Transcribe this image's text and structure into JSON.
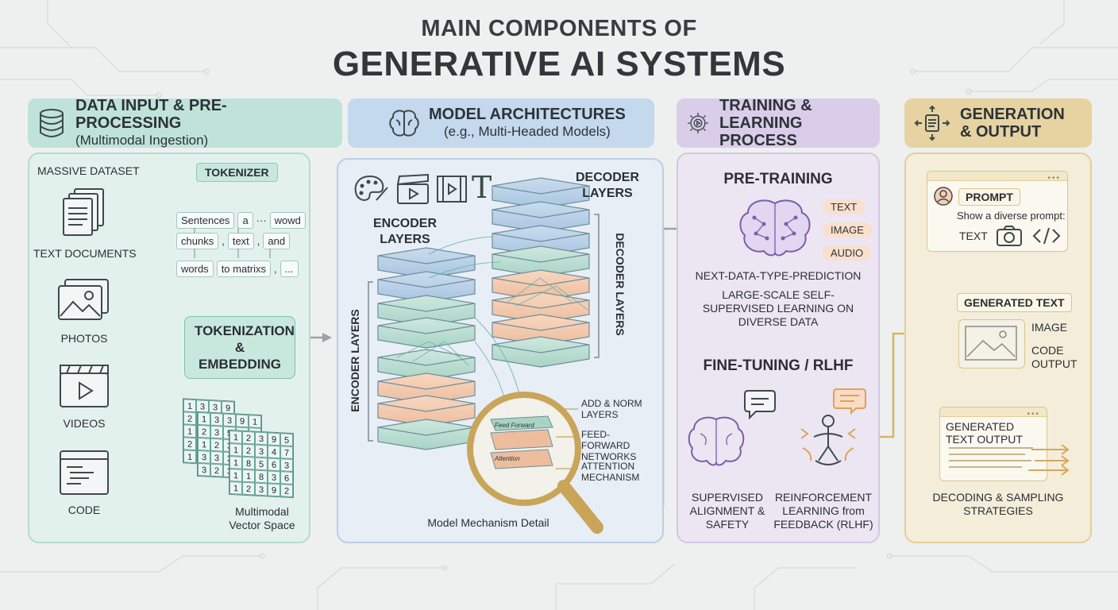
{
  "title": {
    "line1": "MAIN COMPONENTS OF",
    "line2": "GENERATIVE AI SYSTEMS"
  },
  "sections": {
    "data": {
      "title": "DATA INPUT & PRE-PROCESSING",
      "subtitle": "(Multimodal Ingestion)",
      "icon": "database-icon",
      "dataset_label": "MASSIVE DATASET",
      "sources": [
        "TEXT DOCUMENTS",
        "PHOTOS",
        "VIDEOS",
        "CODE"
      ],
      "tokenizer_label": "TOKENIZER",
      "tokens": {
        "row1": [
          "Sentences",
          "a",
          "···",
          "wowd"
        ],
        "row2": [
          "chunks",
          ",",
          "text",
          ",",
          "and"
        ],
        "row3": [
          "words",
          "to matrixs",
          ",",
          "..."
        ]
      },
      "embedding_label": "TOKENIZATION & EMBEDDING",
      "matrix_back": [
        [
          "1",
          "3",
          "3",
          "9"
        ],
        [
          "2",
          "3",
          "5",
          "3"
        ],
        [
          "1",
          "2",
          "3",
          "2"
        ],
        [
          "2",
          "3",
          "1",
          "3"
        ],
        [
          "1",
          "2",
          "3",
          "5"
        ]
      ],
      "matrix_mid": [
        [
          "1",
          "3",
          "3",
          "9",
          "1"
        ],
        [
          "2",
          "3",
          "5",
          "5",
          "3"
        ],
        [
          "1",
          "2",
          "3",
          "1",
          "2"
        ],
        [
          "3",
          "3",
          "3",
          "1",
          "3"
        ],
        [
          "3",
          "2",
          "3",
          "5",
          "2"
        ]
      ],
      "matrix_front": [
        [
          "1",
          "2",
          "3",
          "9",
          "5"
        ],
        [
          "1",
          "2",
          "3",
          "4",
          "7"
        ],
        [
          "1",
          "8",
          "5",
          "6",
          "3"
        ],
        [
          "1",
          "1",
          "8",
          "3",
          "6"
        ],
        [
          "1",
          "2",
          "3",
          "9",
          "2"
        ]
      ],
      "vector_space_label": "Multimodal Vector Space"
    },
    "model": {
      "title": "MODEL ARCHITECTURES",
      "subtitle": "(e.g., Multi-Headed Models)",
      "icon": "brain-icon",
      "media_icons": [
        "palette-icon",
        "clapperboard-icon",
        "film-icon",
        "text-icon"
      ],
      "text_glyph": "T",
      "encoder_label": "ENCODER LAYERS",
      "encoder_side_label": "ENCODER LAYERS",
      "decoder_label": "DECODER LAYERS",
      "decoder_side_label": "DECODER LAYERS",
      "mechanism_labels": [
        "ADD & NORM LAYERS",
        "FEED-FORWARD NETWORKS",
        "ATTENTION MECHANISM"
      ],
      "lens_block_labels": [
        "Feed Forward",
        "Attention"
      ],
      "detail_label": "Model Mechanism Detail"
    },
    "training": {
      "title": "TRAINING & LEARNING PROCESS",
      "icon": "gear-play-icon",
      "pretraining_label": "PRE-TRAINING",
      "modalities": [
        "TEXT",
        "IMAGE",
        "AUDIO"
      ],
      "prediction_label": "NEXT-DATA-TYPE-PREDICTION",
      "pretraining_desc": "LARGE-SCALE SELF-SUPERVISED LEARNING ON DIVERSE DATA",
      "finetuning_label": "FINE-TUNING / RLHF",
      "supervised_label": "SUPERVISED ALIGNMENT & SAFETY",
      "rlhf_label": "REINFORCEMENT LEARNING from FEEDBACK (RLHF)"
    },
    "generation": {
      "title": "GENERATION & OUTPUT",
      "icon": "move-arrows-icon",
      "prompt_label": "PROMPT",
      "prompt_text": "Show a diverse prompt:",
      "prompt_text_label": "TEXT",
      "window_dots": "•••",
      "generated_text_label": "GENERATED TEXT",
      "image_label": "IMAGE",
      "code_label": "CODE OUTPUT",
      "output_label": "GENERATED TEXT OUTPUT",
      "decoding_label": "DECODING & SAMPLING STRATEGIES"
    }
  },
  "colors": {
    "green": "#bfe3d9",
    "blue": "#c4d8ee",
    "purple": "#d9cdea",
    "gold": "#e6d3a1",
    "peach": "#f6cdb0"
  }
}
